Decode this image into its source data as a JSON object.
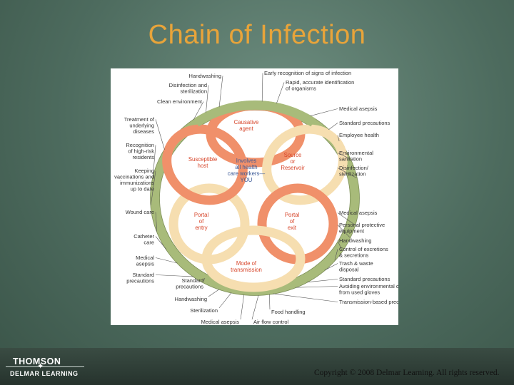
{
  "slide": {
    "title": "Chain of Infection",
    "copyright": "Copyright © 2008 Delmar Learning. All rights reserved."
  },
  "logo": {
    "top": "THOMSON",
    "bottom": "DELMAR LEARNING"
  },
  "colors": {
    "title": "#e8a43a",
    "outer_ring": "#a8bb7a",
    "salmon_loop": "#f0906a",
    "cream_loop": "#f6deb0",
    "ring_label": "#d7452a",
    "center_label": "#3d5a98"
  },
  "diagram": {
    "center": [
      "Involves",
      "all health",
      "care workers—",
      "YOU"
    ],
    "links": [
      [
        "Causative",
        "agent"
      ],
      [
        "Source",
        "or",
        "Reservoir"
      ],
      [
        "Portal",
        "of",
        "exit"
      ],
      [
        "Mode of",
        "transmission"
      ],
      [
        "Portal",
        "of",
        "entry"
      ],
      [
        "Susceptible",
        "host"
      ]
    ],
    "labels_right": [
      [
        "Medical asepsis"
      ],
      [
        "Standard precautions"
      ],
      [
        "Employee health"
      ],
      [
        "Environmental",
        "sanitation"
      ],
      [
        "Disinfection/",
        "sterilization"
      ],
      [
        "Medical asepsis"
      ],
      [
        "Personal protective",
        "equipment"
      ],
      [
        "Handwashing"
      ],
      [
        "Control of excretions",
        "& secretions"
      ],
      [
        "Trash & waste",
        "disposal"
      ],
      [
        "Standard precautions"
      ],
      [
        "Avoiding environmental contamination",
        "from used gloves"
      ],
      [
        "Transmission-based precautions"
      ]
    ],
    "labels_left": [
      [
        "Handwashing"
      ],
      [
        "Disinfection and",
        "sterilization"
      ],
      [
        "Clean environment"
      ],
      [
        "Treatment of",
        "underlying",
        "diseases"
      ],
      [
        "Recognition",
        "of high-risk",
        "residents"
      ],
      [
        "Keeping",
        "vaccinations and",
        "immunizations",
        "up to date"
      ],
      [
        "Wound care"
      ],
      [
        "Catheter",
        "care"
      ],
      [
        "Medical",
        "asepsis"
      ],
      [
        "Standard",
        "precautions"
      ]
    ],
    "labels_top": [
      [
        "Early recognition of signs of infection"
      ],
      [
        "Rapid, accurate identification",
        "of organisms"
      ]
    ],
    "labels_bottom": [
      [
        "Standard",
        "precautions"
      ],
      [
        "Handwashing"
      ],
      [
        "Sterilization"
      ],
      [
        "Medical asepsis"
      ],
      [
        "Air flow control"
      ],
      [
        "Food handling"
      ]
    ]
  }
}
